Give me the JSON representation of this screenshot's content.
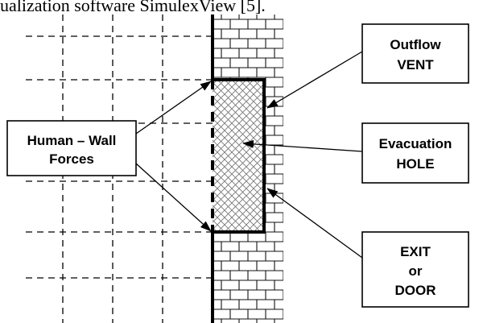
{
  "header_fragment": "ualization software SimulexView [5].",
  "boxes": {
    "human_wall_forces": [
      "Human – Wall",
      "Forces"
    ],
    "outflow_vent": [
      "Outflow",
      "VENT"
    ],
    "evacuation_hole": [
      "Evacuation",
      "HOLE"
    ],
    "exit_door": [
      "EXIT",
      "or",
      "DOOR"
    ]
  }
}
